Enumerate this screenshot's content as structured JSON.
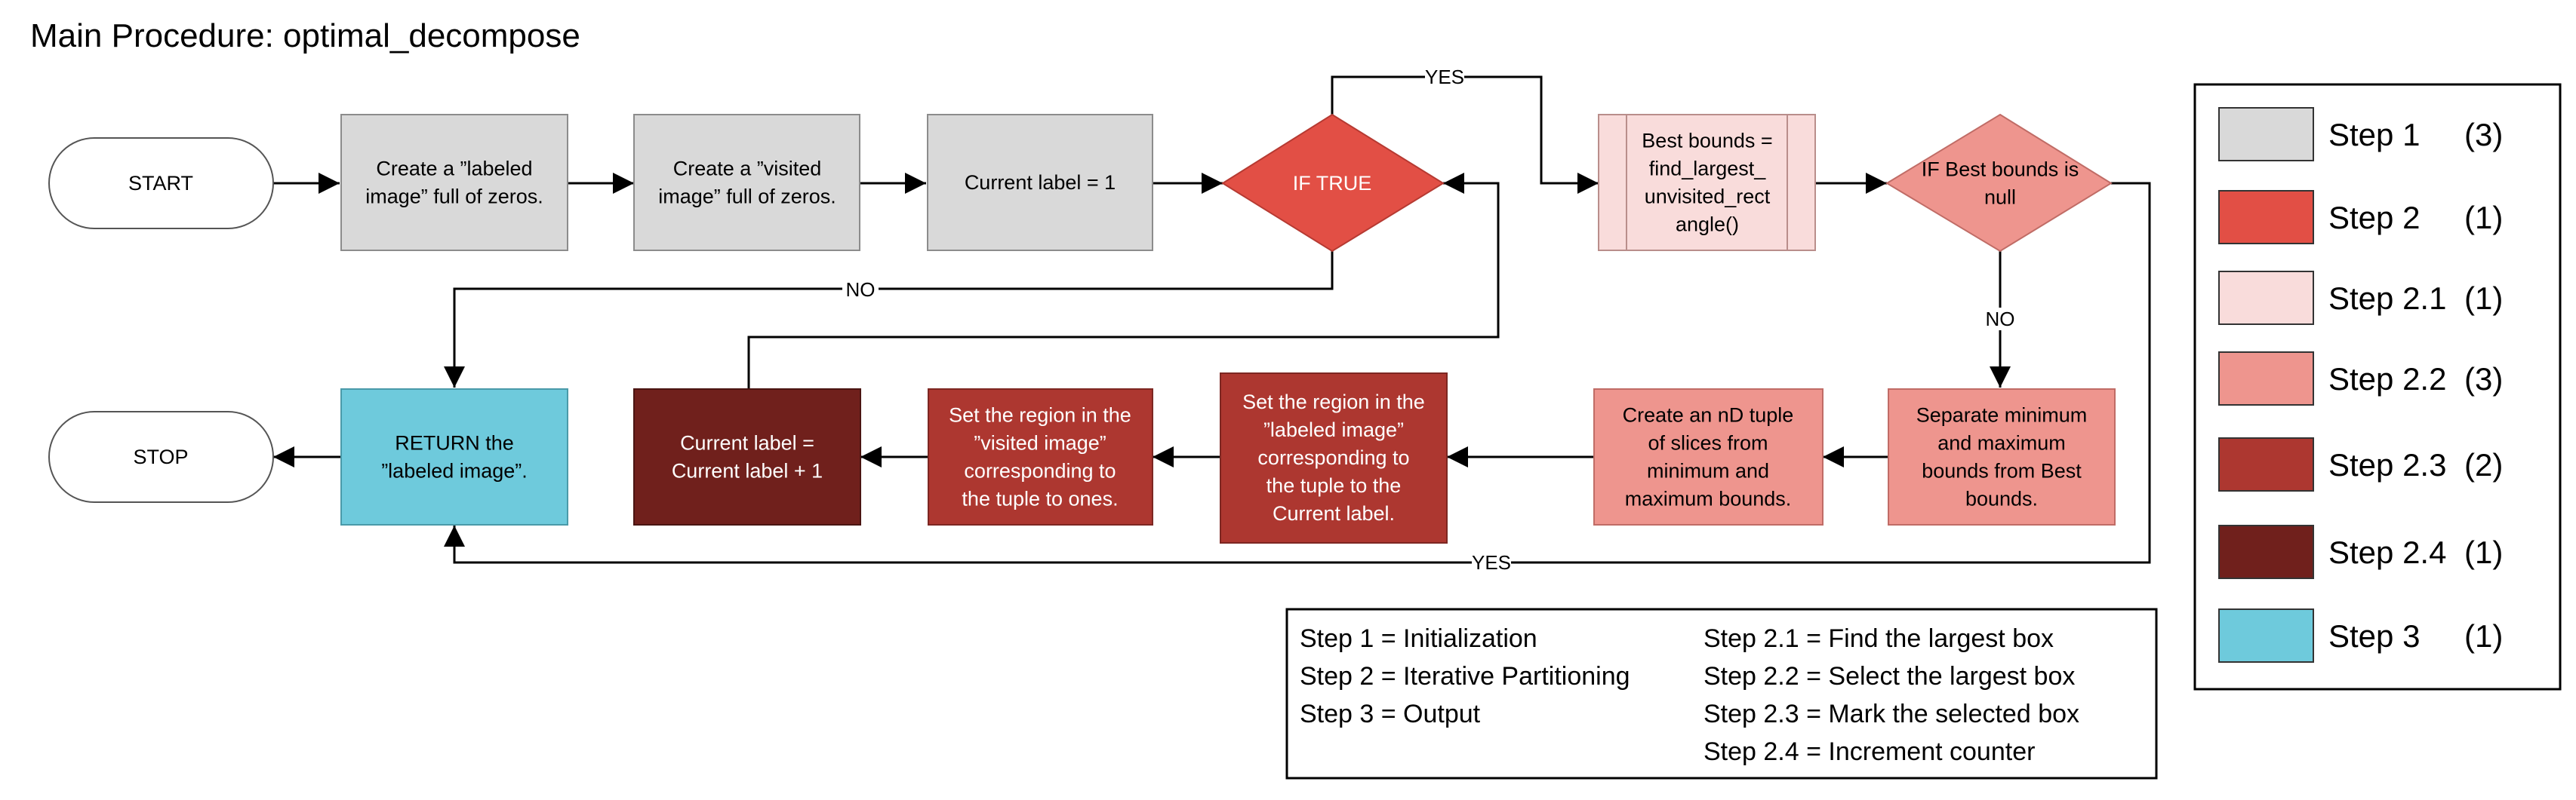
{
  "title": "Main Procedure: optimal_decompose",
  "colors": {
    "step1": "#d9d9d9",
    "step2": "#e24f45",
    "step2_1": "#f9dcdb",
    "step2_2": "#ee958e",
    "step2_3": "#ad3730",
    "step2_4": "#70201c",
    "step3": "#6ecadc"
  },
  "nodes": {
    "start": [
      "START"
    ],
    "create_labeled": [
      "Create a ”labeled",
      "image” full of zeros."
    ],
    "create_visited": [
      "Create a ”visited",
      "image” full of zeros."
    ],
    "current_label_init": [
      "Current label = 1"
    ],
    "if_true": [
      "IF TRUE"
    ],
    "best_bounds": [
      "Best bounds =",
      "find_largest_",
      "unvisited_rect",
      "angle()"
    ],
    "if_best_null": [
      "IF Best bounds is",
      "null"
    ],
    "separate_bounds": [
      "Separate minimum",
      "and maximum",
      "bounds from Best",
      "bounds."
    ],
    "create_tuple": [
      "Create an nD tuple",
      "of slices from",
      "minimum and",
      "maximum bounds."
    ],
    "set_labeled": [
      "Set the region in the",
      "”labeled image”",
      "corresponding to",
      "the tuple to the",
      "Current label."
    ],
    "set_visited": [
      "Set the region in the",
      "”visited image”",
      "corresponding to",
      "the tuple to ones."
    ],
    "increment_label": [
      "Current label =",
      "Current label + 1"
    ],
    "return_labeled": [
      "RETURN the",
      "”labeled image”."
    ],
    "stop": [
      "STOP"
    ]
  },
  "connector_labels": {
    "yes_top": "YES",
    "no_left": "NO",
    "no_down": "NO",
    "yes_bottom": "YES"
  },
  "legend": [
    {
      "step": "Step 1",
      "count": "(3)",
      "color_key": "step1"
    },
    {
      "step": "Step 2",
      "count": "(1)",
      "color_key": "step2"
    },
    {
      "step": "Step 2.1",
      "count": "(1)",
      "color_key": "step2_1"
    },
    {
      "step": "Step 2.2",
      "count": "(3)",
      "color_key": "step2_2"
    },
    {
      "step": "Step 2.3",
      "count": "(2)",
      "color_key": "step2_3"
    },
    {
      "step": "Step 2.4",
      "count": "(1)",
      "color_key": "step2_4"
    },
    {
      "step": "Step 3",
      "count": "(1)",
      "color_key": "step3"
    }
  ],
  "definitions": {
    "left": [
      "Step 1 = Initialization",
      "Step 2 = Iterative Partitioning",
      "Step 3 = Output"
    ],
    "right": [
      "Step 2.1 = Find the largest box",
      "Step 2.2 = Select the largest box",
      "Step 2.3 = Mark the selected box",
      "Step 2.4 = Increment counter"
    ]
  }
}
